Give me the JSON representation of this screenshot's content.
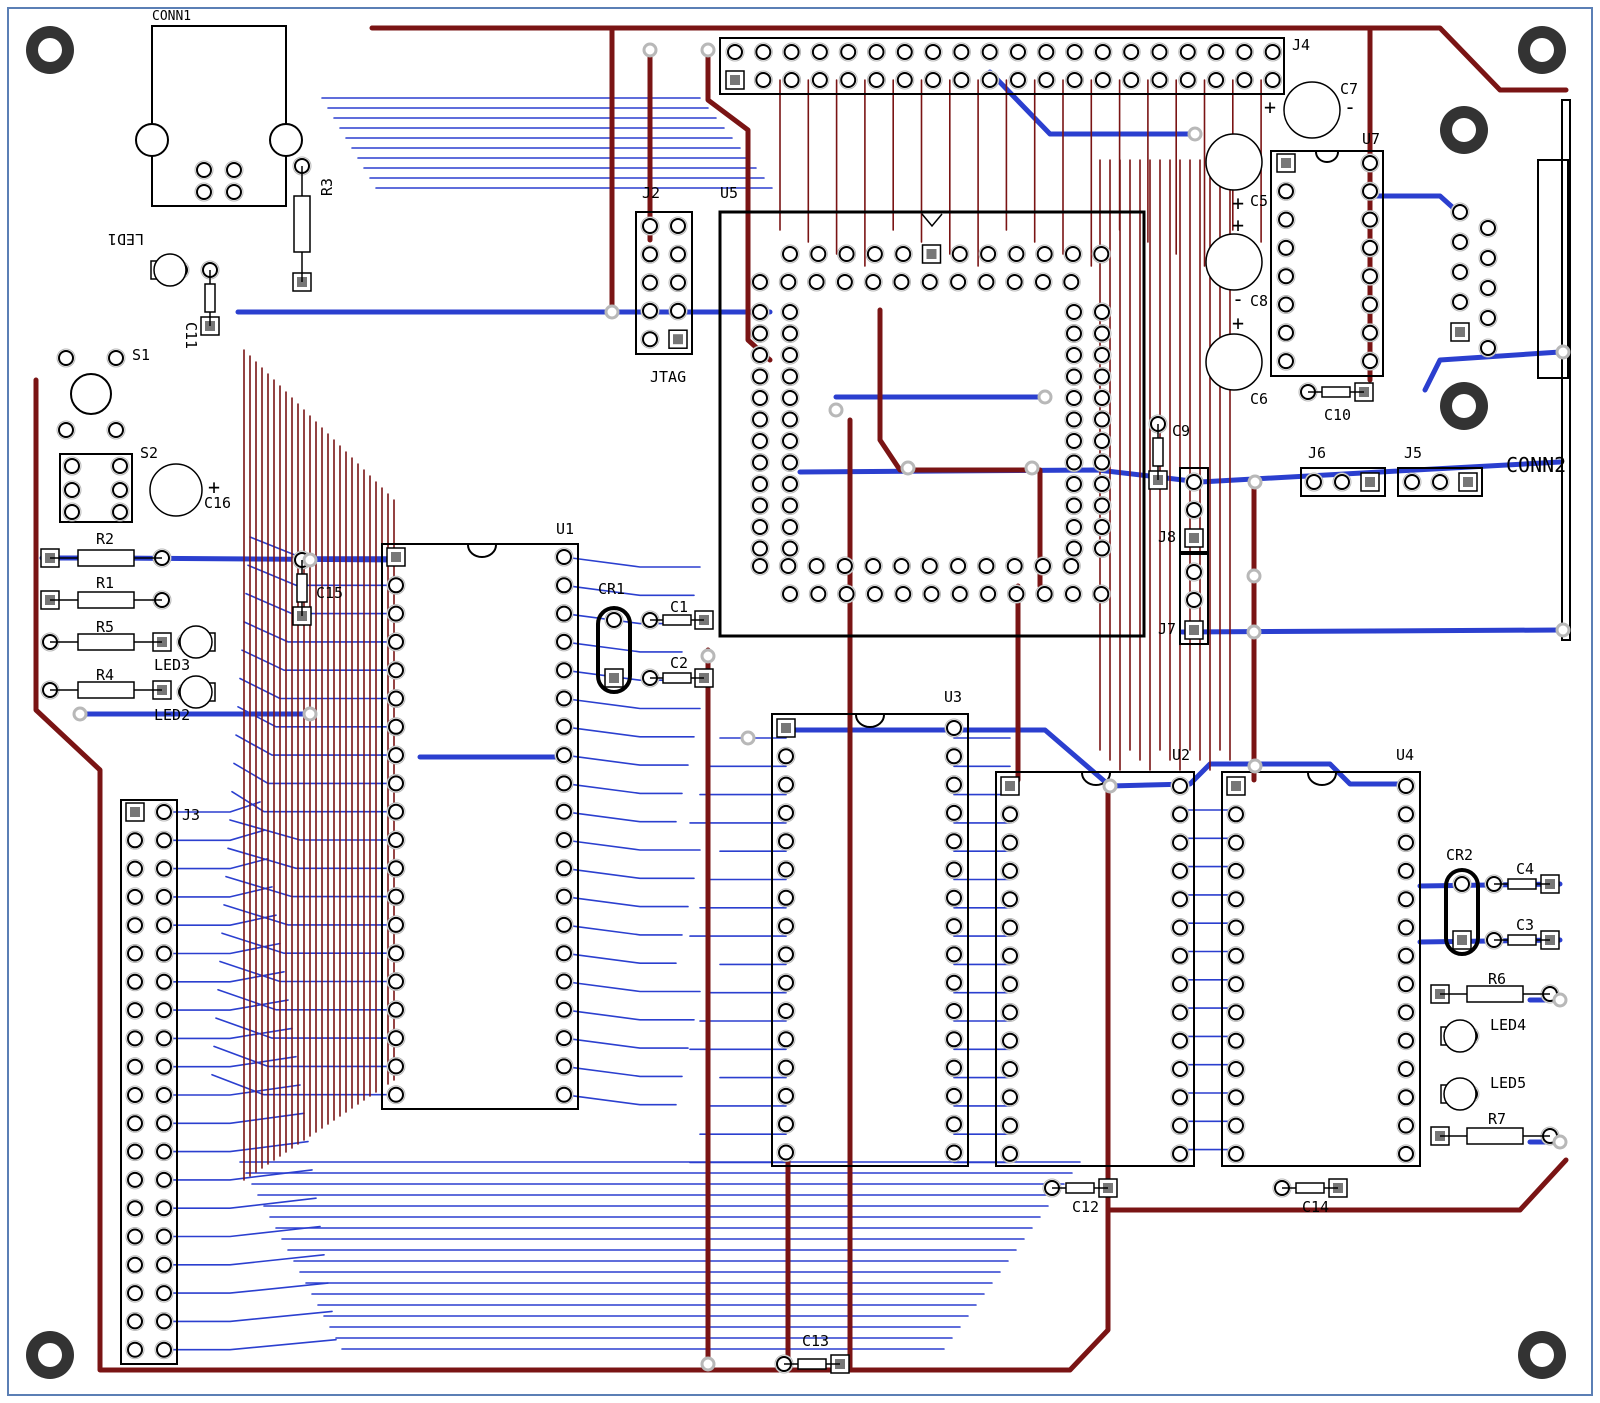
{
  "colors": {
    "background": "#ffffff",
    "outline": "#5b7fb5",
    "top_copper": "#7a1414",
    "bottom_copper": "#2b3fcf",
    "pad_ring": "#b8b8b8",
    "silkscreen": "#000000",
    "mount_hole": "#333333"
  },
  "labels": {
    "conn1": "CONN1",
    "conn2": "CONN2",
    "j2": "J2",
    "j3": "J3",
    "j4": "J4",
    "j5": "J5",
    "j6": "J6",
    "j7": "J7",
    "j8": "J8",
    "jtag": "JTAG",
    "u1": "U1",
    "u2": "U2",
    "u3": "U3",
    "u4": "U4",
    "u5": "U5",
    "u7": "U7",
    "r1": "R1",
    "r2": "R2",
    "r3": "R3",
    "r4": "R4",
    "r5": "R5",
    "r6": "R6",
    "r7": "R7",
    "c1": "C1",
    "c2": "C2",
    "c3": "C3",
    "c4": "C4",
    "c5": "C5",
    "c6": "C6",
    "c7": "C7",
    "c8": "C8",
    "c9": "C9",
    "c10": "C10",
    "c11": "C11",
    "c12": "C12",
    "c13": "C13",
    "c14": "C14",
    "c15": "C15",
    "c16": "C16",
    "cr1": "CR1",
    "cr2": "CR2",
    "s1": "S1",
    "s2": "S2",
    "led1": "LED1",
    "led2": "LED2",
    "led3": "LED3",
    "led4": "LED4",
    "led5": "LED5",
    "plus": "+",
    "minus": "-"
  }
}
